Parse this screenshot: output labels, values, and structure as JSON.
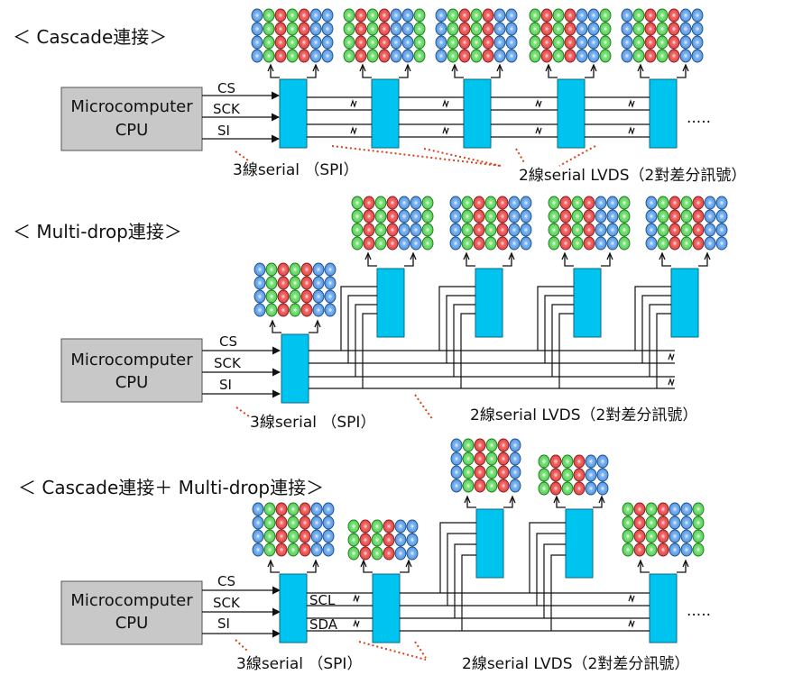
{
  "sections": {
    "cascade": {
      "title": "＜ Cascade連接＞",
      "cpu_line1": "Microcomputer",
      "cpu_line2": "CPU",
      "signals": [
        "CS",
        "SCK",
        "SI"
      ],
      "ellipsis": ".....",
      "note_spi": "3線serial （SPI）",
      "note_lvds": "2線serial LVDS（2對差分訊號）"
    },
    "multidrop": {
      "title": "＜ Multi-drop連接＞",
      "cpu_line1": "Microcomputer",
      "cpu_line2": "CPU",
      "signals": [
        "CS",
        "SCK",
        "SI"
      ],
      "note_spi": "3線serial （SPI）",
      "note_lvds": "2線serial LVDS（2對差分訊號）"
    },
    "combined": {
      "title": "＜ Cascade連接＋ Multi-drop連接＞",
      "cpu_line1": "Microcomputer",
      "cpu_line2": "CPU",
      "signals": [
        "CS",
        "SCK",
        "SI"
      ],
      "bus_labels": [
        "SCL",
        "SDA"
      ],
      "ellipsis": ".....",
      "note_spi": "3線serial （SPI）",
      "note_lvds": "2線serial LVDS（2對差分訊號）"
    }
  },
  "colors": {
    "driver_fill": "#00c4f0",
    "cpu_fill": "#c8c8c8",
    "led_red": "#e84848",
    "led_green": "#5ad25a",
    "led_blue": "#5a9ee6",
    "dotted_line": "#d9401a"
  }
}
